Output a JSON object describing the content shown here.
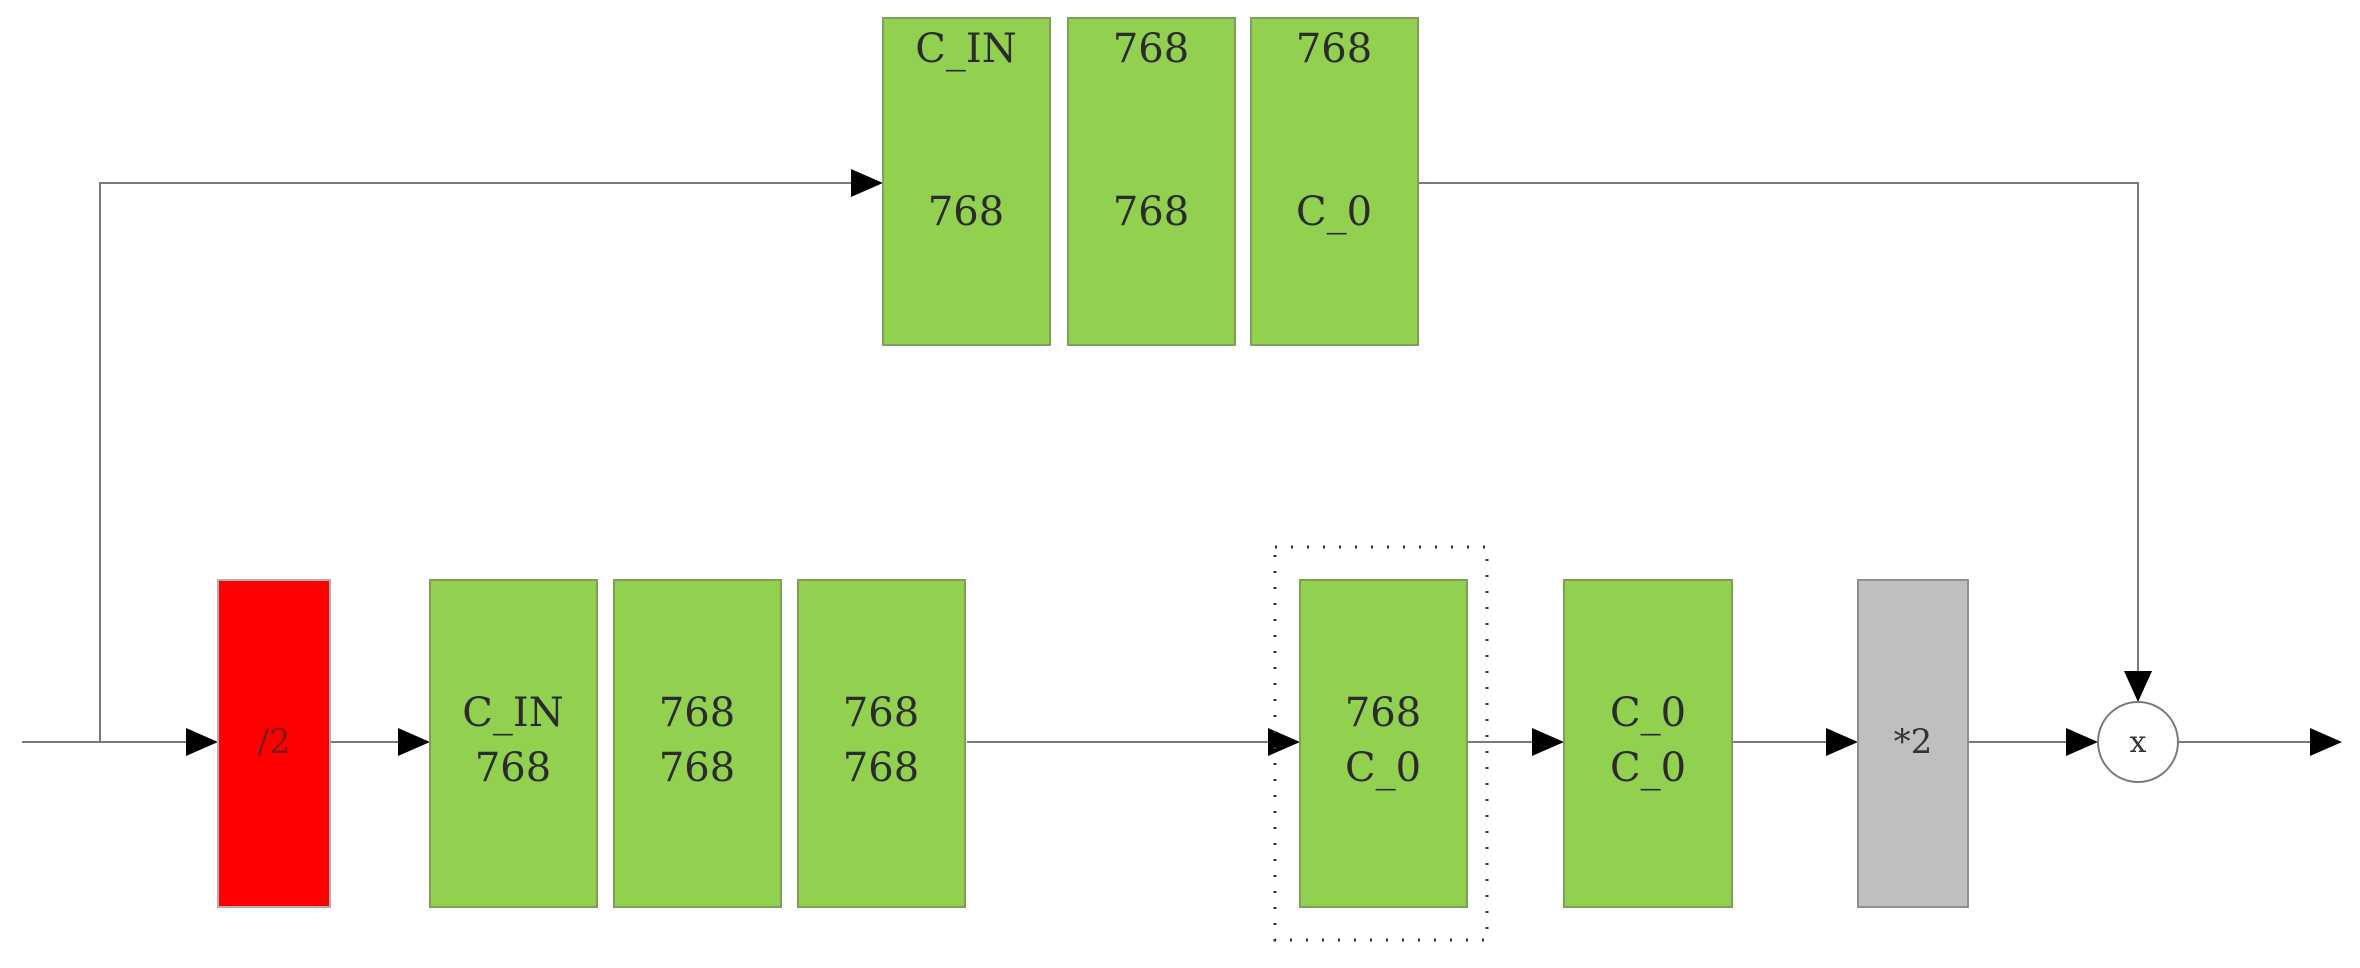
{
  "colors": {
    "green": "#92d050",
    "red": "#ff0000",
    "gray": "#bfbfbf",
    "line": "#7a7a7a",
    "arrow": "#000000"
  },
  "top_branch": {
    "layer1": {
      "in": "C_IN",
      "out": "768"
    },
    "layer2": {
      "in": "768",
      "out": "768"
    },
    "layer3": {
      "in": "768",
      "out": "C_0"
    }
  },
  "main_branch": {
    "divide": {
      "label": "/2"
    },
    "layer1": {
      "in": "C_IN",
      "out": "768"
    },
    "layer2": {
      "in": "768",
      "out": "768"
    },
    "layer3": {
      "in": "768",
      "out": "768"
    },
    "layer4": {
      "in": "768",
      "out": "C_0"
    },
    "layer5": {
      "in": "C_0",
      "out": "C_0"
    },
    "scale": {
      "label": "*2"
    },
    "multiply": {
      "label": "x"
    }
  }
}
